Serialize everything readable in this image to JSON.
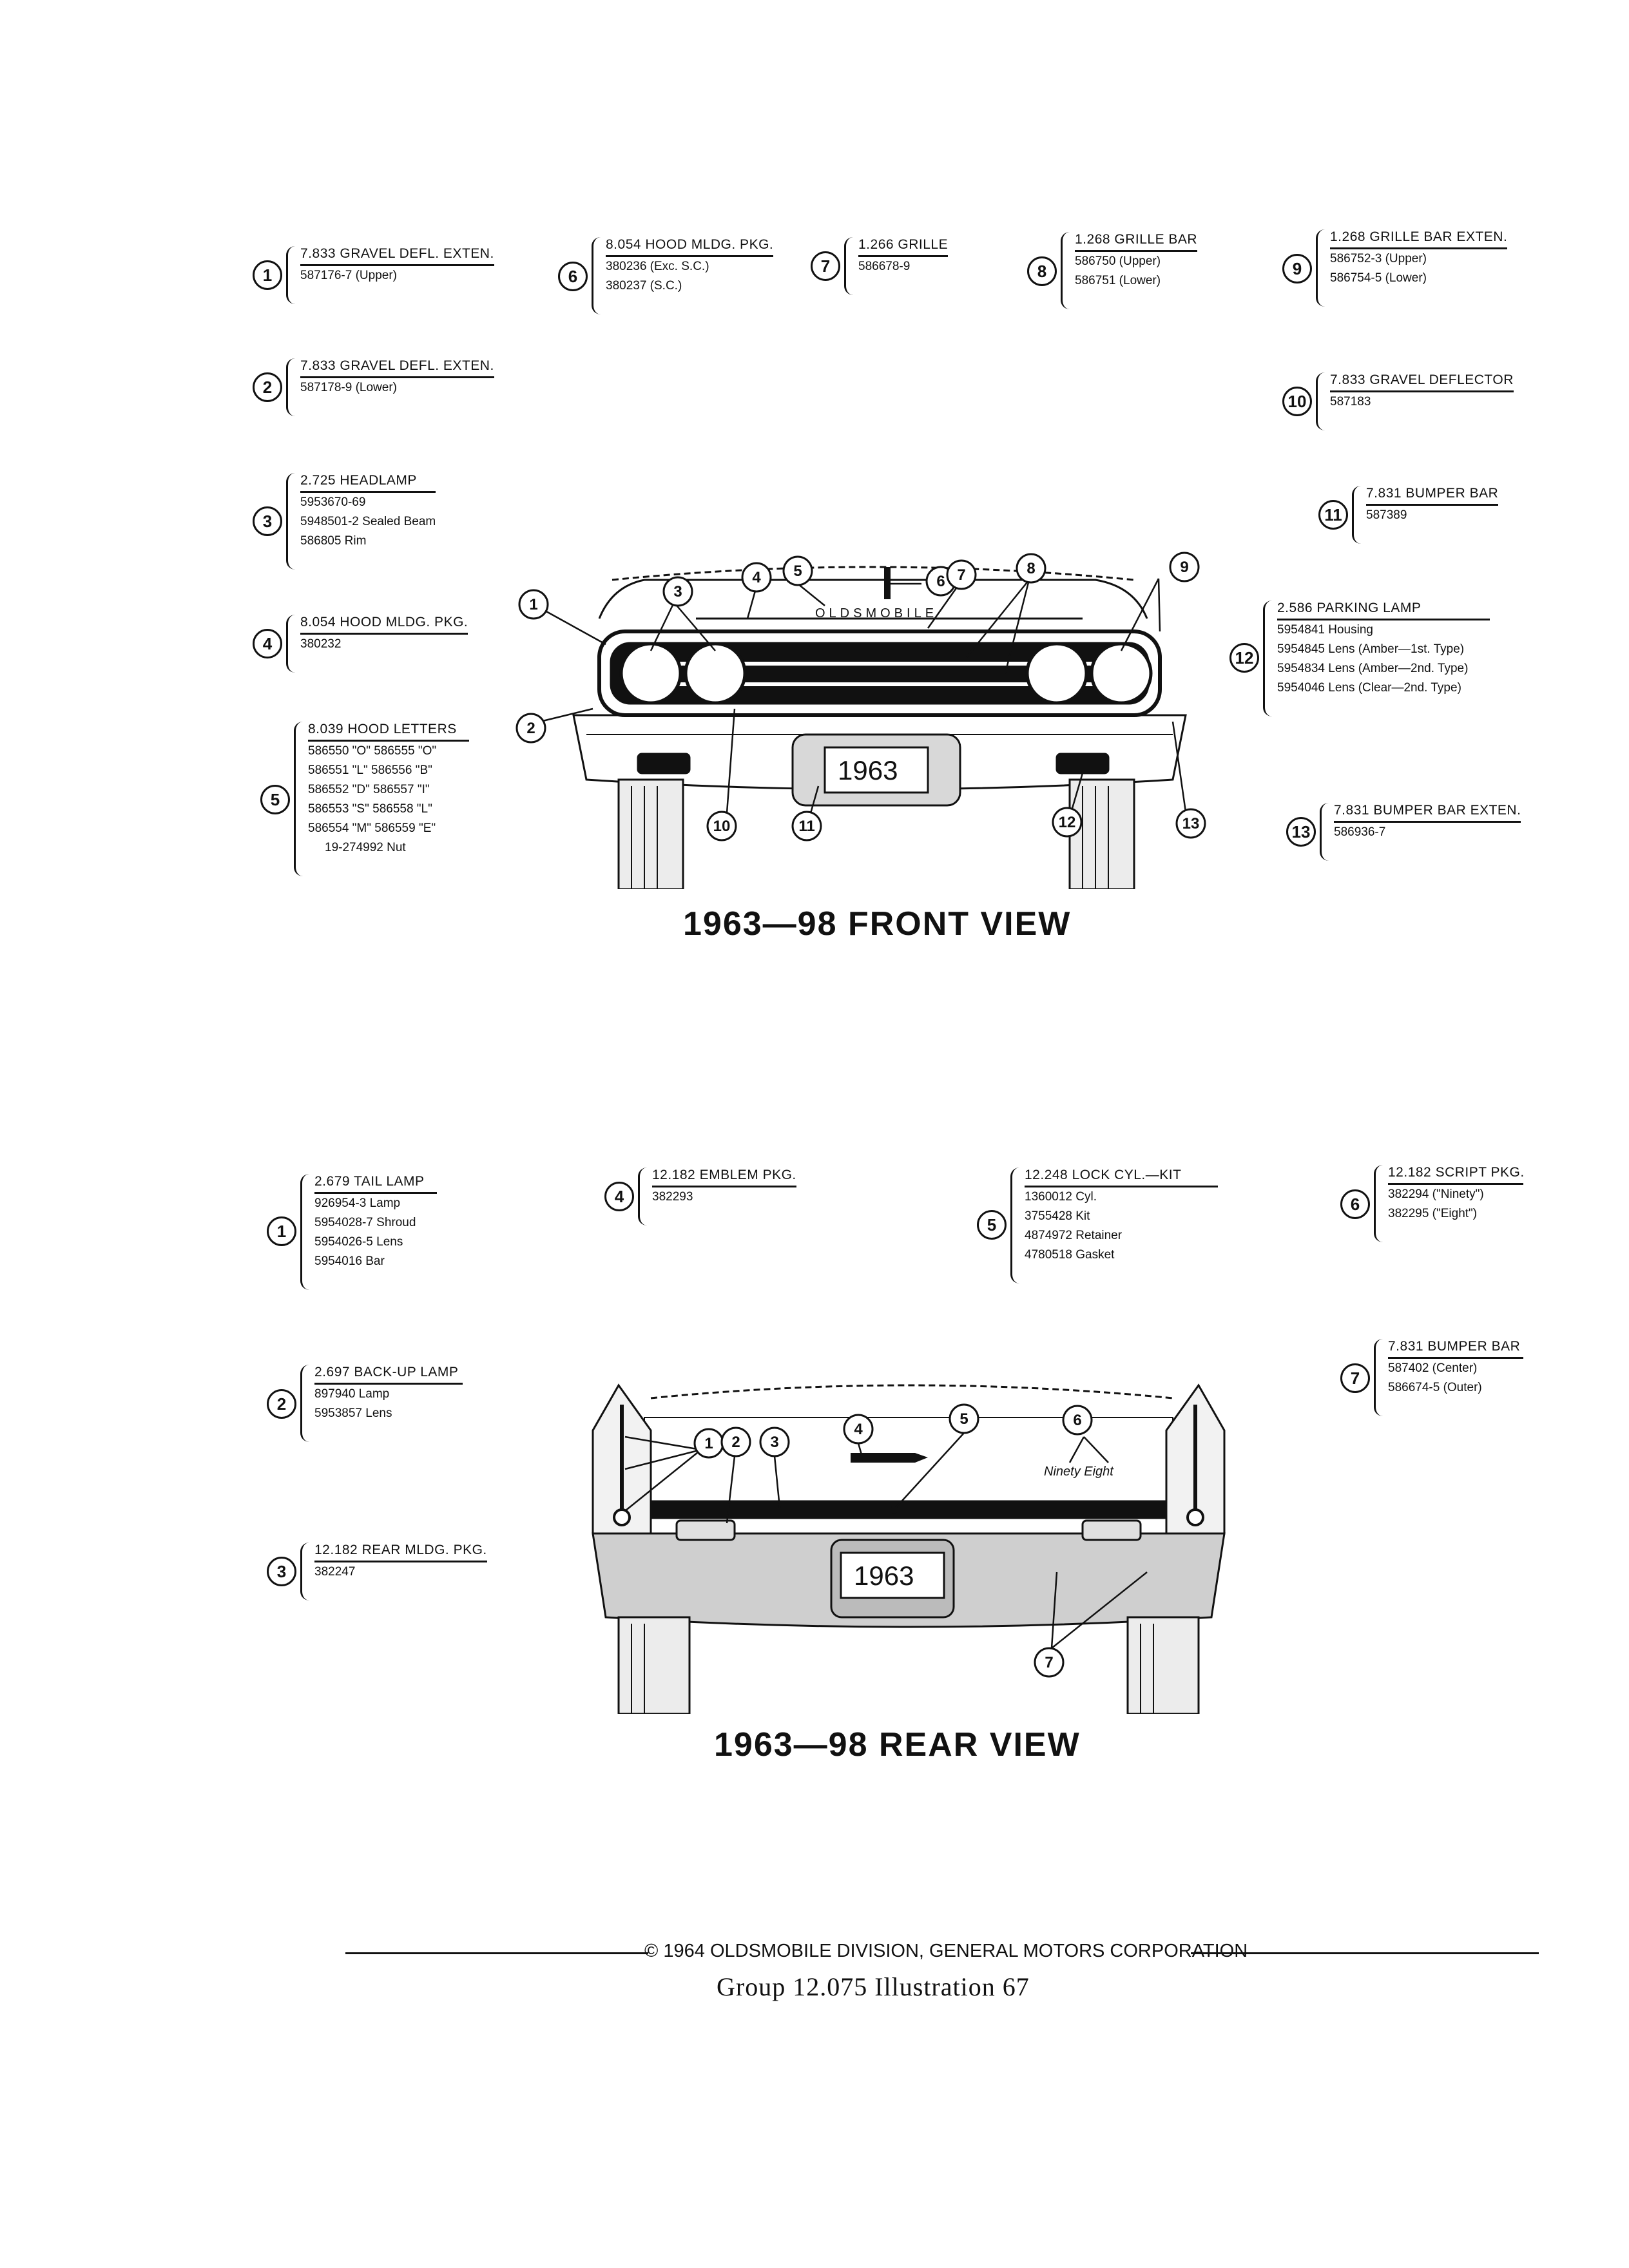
{
  "front_callouts": [
    {
      "num": "1",
      "head": "7.833  GRAVEL DEFL. EXTEN.",
      "lines": [
        "587176-7  (Upper)"
      ]
    },
    {
      "num": "6",
      "head": "8.054  HOOD MLDG. PKG.",
      "lines": [
        "380236  (Exc. S.C.)",
        "380237  (S.C.)"
      ]
    },
    {
      "num": "7",
      "head": "1.266  GRILLE",
      "lines": [
        "586678-9"
      ]
    },
    {
      "num": "8",
      "head": "1.268  GRILLE BAR",
      "lines": [
        "586750  (Upper)",
        "586751  (Lower)"
      ]
    },
    {
      "num": "9",
      "head": "1.268  GRILLE BAR EXTEN.",
      "lines": [
        "586752-3  (Upper)",
        "586754-5  (Lower)"
      ]
    },
    {
      "num": "2",
      "head": "7.833  GRAVEL DEFL. EXTEN.",
      "lines": [
        "587178-9  (Lower)"
      ]
    },
    {
      "num": "10",
      "head": "7.833  GRAVEL DEFLECTOR",
      "lines": [
        "587183"
      ]
    },
    {
      "num": "3",
      "head": "2.725  HEADLAMP",
      "lines": [
        "5953670-69",
        "5948501-2  Sealed Beam",
        "586805  Rim"
      ]
    },
    {
      "num": "11",
      "head": "7.831  BUMPER BAR",
      "lines": [
        "587389"
      ]
    },
    {
      "num": "4",
      "head": "8.054  HOOD MLDG. PKG.",
      "lines": [
        "380232"
      ]
    },
    {
      "num": "12",
      "head": "2.586  PARKING LAMP",
      "lines": [
        "5954841  Housing",
        "5954845  Lens (Amber—1st. Type)",
        "5954834  Lens (Amber—2nd. Type)",
        "5954046  Lens (Clear—2nd. Type)"
      ]
    },
    {
      "num": "5",
      "head": "8.039  HOOD LETTERS",
      "lines": [
        "586550 \"O\"   586555 \"O\"",
        "586551 \"L\"   586556 \"B\"",
        "586552 \"D\"   586557 \"I\"",
        "586553 \"S\"   586558 \"L\"",
        "586554 \"M\"   586559 \"E\"",
        "19-274992  Nut"
      ]
    },
    {
      "num": "13",
      "head": "7.831  BUMPER BAR EXTEN.",
      "lines": [
        "586936-7"
      ]
    }
  ],
  "rear_callouts": [
    {
      "num": "1",
      "head": "2.679  TAIL LAMP",
      "lines": [
        "926954-3  Lamp",
        "5954028-7  Shroud",
        "5954026-5  Lens",
        "5954016  Bar"
      ]
    },
    {
      "num": "4",
      "head": "12.182  EMBLEM PKG.",
      "lines": [
        "382293"
      ]
    },
    {
      "num": "5",
      "head": "12.248  LOCK CYL.—KIT",
      "lines": [
        "1360012  Cyl.",
        "3755428  Kit",
        "4874972  Retainer",
        "4780518  Gasket"
      ]
    },
    {
      "num": "6",
      "head": "12.182  SCRIPT PKG.",
      "lines": [
        "382294  (\"Ninety\")",
        "382295  (\"Eight\")"
      ]
    },
    {
      "num": "7",
      "head": "7.831  BUMPER BAR",
      "lines": [
        "587402  (Center)",
        "586674-5  (Outer)"
      ]
    },
    {
      "num": "2",
      "head": "2.697  BACK-UP LAMP",
      "lines": [
        "897940  Lamp",
        "5953857  Lens"
      ]
    },
    {
      "num": "3",
      "head": "12.182  REAR MLDG. PKG.",
      "lines": [
        "382247"
      ]
    }
  ],
  "front_view": {
    "title": "1963—98  FRONT VIEW",
    "hood_script": "OLDSMOBILE",
    "plate": "1963",
    "markers": [
      "1",
      "2",
      "3",
      "4",
      "5",
      "6",
      "7",
      "8",
      "9",
      "10",
      "11",
      "12",
      "13"
    ]
  },
  "rear_view": {
    "title": "1963—98  REAR VIEW",
    "plate": "1963",
    "script": "Ninety Eight",
    "markers": [
      "1",
      "2",
      "3",
      "4",
      "5",
      "6",
      "7"
    ]
  },
  "footer": {
    "copyright": "© 1964 OLDSMOBILE DIVISION, GENERAL MOTORS CORPORATION",
    "group_line": "Group 12.075   Illustration 67"
  }
}
